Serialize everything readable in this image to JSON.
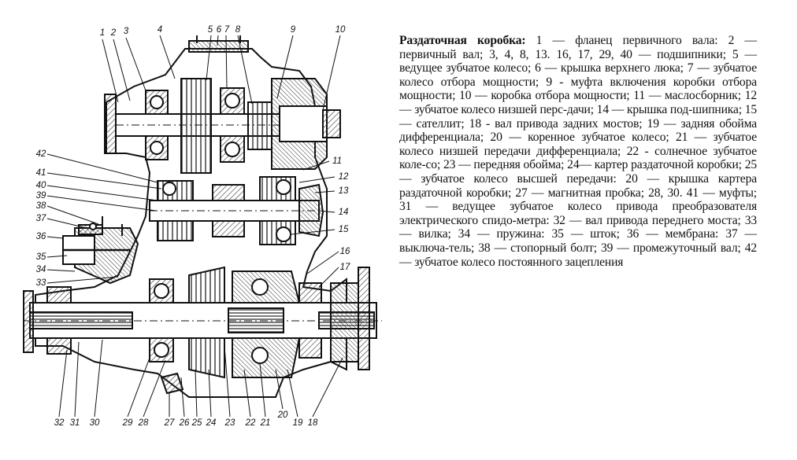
{
  "caption": {
    "title": "Раздаточная коробка:",
    "body": "1 — фланец первичного вала: 2 — первичный вал; 3, 4, 8, 13. 16, 17, 29, 40 — подшипники; 5 — ведущее зубчатое колесо; 6 — крышка верхнего люка; 7 — зубчатое колесо отбора мощности; 9 - муфта включения коробки отбора мощности; 10 — коробка отбора мощности; 11 — маслосборник; 12 — зубчатое колесо низшей перс-дачи; 14 — крышка под-шипника; 15 — сателлит; 18 - вал привода задних мостов; 19 — задняя обойма дифференциала; 20 — коренное зубчатое колесо; 21 — зубчатое колесо низшей передачи дифференциала; 22 - солнечное зубчатое коле-со; 23 — передняя обойма; 24— картер раздаточной коробки; 25 — зубчатое колесо высшей передачи: 20 — крышка картера раздаточной коробки; 27 — магнитная пробка; 28, 30. 41 — муфты; 31 — ведущее зубчатое колесо привода преобразователя электрического спидо-метра: 32 — вал привода переднего моста; 33 — вилка; 34 — пружина: 35 — шток; 36 — мембрана: 37 — выключа-тель; 38 — стопорный болт; 39 — промежуточный вал; 42 — зубчатое колесо постоянного зацепления"
  },
  "callouts": {
    "n1": "1",
    "n2": "2",
    "n3": "3",
    "n4": "4",
    "n5": "5",
    "n6": "6",
    "n7": "7",
    "n8": "8",
    "n9": "9",
    "n10": "10",
    "n11": "11",
    "n12": "12",
    "n13": "13",
    "n14": "14",
    "n15": "15",
    "n16": "16",
    "n17": "17",
    "n18": "18",
    "n19": "19",
    "n20": "20",
    "n21": "21",
    "n22": "22",
    "n23": "23",
    "n24": "24",
    "n25": "25",
    "n26": "26",
    "n27": "27",
    "n28": "28",
    "n29": "29",
    "n30": "30",
    "n31": "31",
    "n32": "32",
    "n33": "33",
    "n34": "34",
    "n35": "35",
    "n36": "36",
    "n37": "37",
    "n38": "38",
    "n39": "39",
    "n40": "40",
    "n41": "41",
    "n42": "42"
  }
}
